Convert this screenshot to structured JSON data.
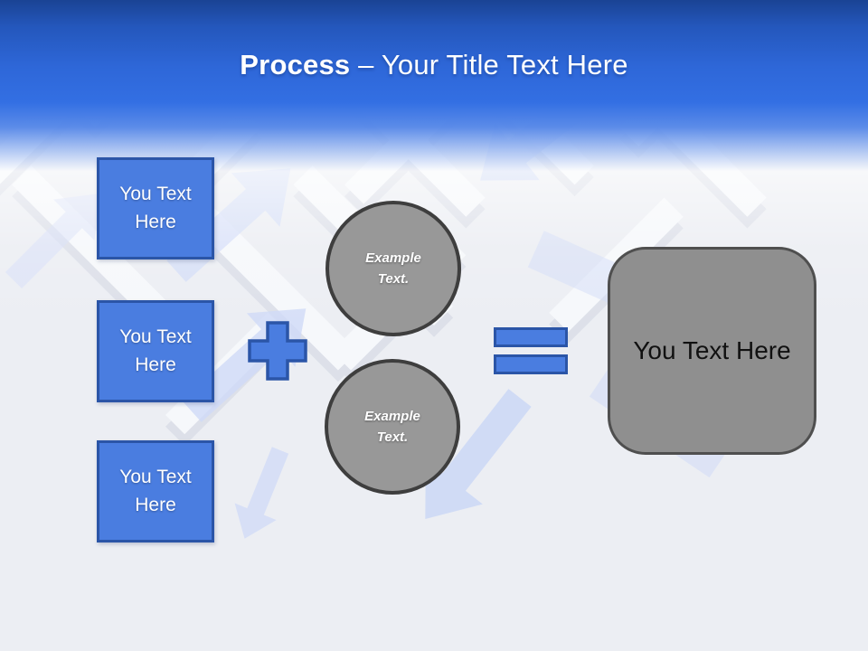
{
  "title": {
    "bold": "Process",
    "rest": "– Your Title Text Here"
  },
  "boxes": [
    {
      "label": "You Text Here"
    },
    {
      "label": "You Text Here"
    },
    {
      "label": "You Text Here"
    }
  ],
  "circles": [
    {
      "label": "Example Text."
    },
    {
      "label": "Example Text."
    }
  ],
  "result": {
    "label": "You Text Here"
  },
  "operators": {
    "plus": "plus-icon",
    "equals": "equals-icon"
  },
  "background": {
    "description": "white 3D maze with light blue arrows"
  },
  "colors": {
    "header_blue_top": "#1a4394",
    "header_blue": "#336fe3",
    "accent_blue_fill": "#4a7de0",
    "accent_blue_border": "#2b55a7",
    "circle_gray_fill": "#989898",
    "circle_gray_border": "#3e3e3e",
    "result_gray_fill": "#8f8f8f",
    "result_gray_border": "#4f4f4f",
    "arrow_light_blue": "#b3c4f3",
    "maze_base": "#e2e6ee"
  }
}
